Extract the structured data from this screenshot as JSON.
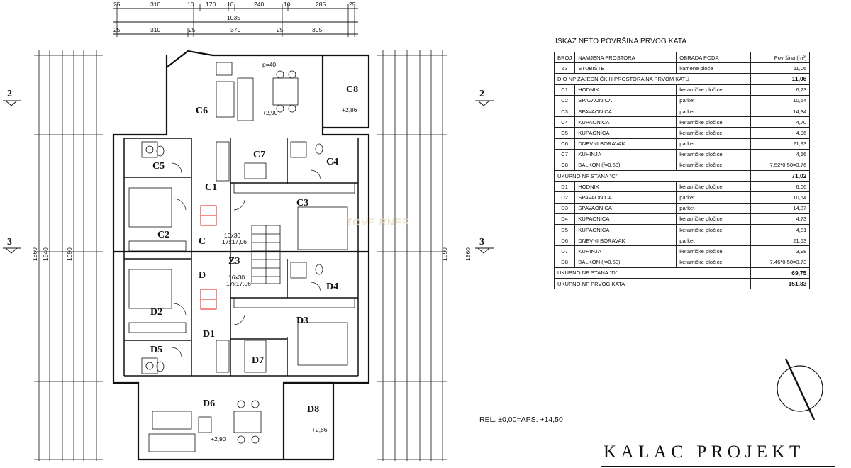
{
  "table": {
    "title": "ISKAZ NETO POVRŠINA PRVOG KATA",
    "headers": {
      "code": "BROJ",
      "name": "NAMJENA PROSTORA",
      "floor": "OBRADA PODA",
      "area": "Površina (m²)"
    },
    "rows": [
      {
        "type": "row",
        "code": "Z3",
        "name": "STUBIŠTE",
        "floor": "kamene ploče",
        "area": "11,06"
      },
      {
        "type": "sub",
        "label": "DIO NP ZAJEDNIČKIH PROSTORA NA PRVOM KATU",
        "area": "11,06"
      },
      {
        "type": "row",
        "code": "C1",
        "name": "HODNIK",
        "floor": "keramičke pločice",
        "area": "6,23"
      },
      {
        "type": "row",
        "code": "C2",
        "name": "SPAVAONICA",
        "floor": "parket",
        "area": "10,54"
      },
      {
        "type": "row",
        "code": "C3",
        "name": "SPAVAONICA",
        "floor": "parket",
        "area": "14,34"
      },
      {
        "type": "row",
        "code": "C4",
        "name": "KUPAONICA",
        "floor": "keramičke pločice",
        "area": "4,70"
      },
      {
        "type": "row",
        "code": "C5",
        "name": "KUPAONICA",
        "floor": "keramičke pločice",
        "area": "4,96"
      },
      {
        "type": "row",
        "code": "C6",
        "name": "DNEVNI BORAVAK",
        "floor": "parket",
        "area": "21,93"
      },
      {
        "type": "row",
        "code": "C7",
        "name": "KUHINJA",
        "floor": "keramičke pločice",
        "area": "4,56"
      },
      {
        "type": "row",
        "code": "C8",
        "name": "BALKON (f=0,50)",
        "floor": "keramičke pločice",
        "area": "7,52*0,50=3,76"
      },
      {
        "type": "sub",
        "label": "UKUPNO NP STANA \"C\"",
        "area": "71,02"
      },
      {
        "type": "row",
        "code": "D1",
        "name": "HODNIK",
        "floor": "keramičke pločice",
        "area": "6,06"
      },
      {
        "type": "row",
        "code": "D2",
        "name": "SPAVAONICA",
        "floor": "parket",
        "area": "10,54"
      },
      {
        "type": "row",
        "code": "D3",
        "name": "SPAVAONICA",
        "floor": "parket",
        "area": "14,37"
      },
      {
        "type": "row",
        "code": "D4",
        "name": "KUPAONICA",
        "floor": "keramičke pločice",
        "area": "4,73"
      },
      {
        "type": "row",
        "code": "D5",
        "name": "KUPAONICA",
        "floor": "keramičke pločice",
        "area": "4,81"
      },
      {
        "type": "row",
        "code": "D6",
        "name": "DNEVNI BORAVAK",
        "floor": "parket",
        "area": "21,53"
      },
      {
        "type": "row",
        "code": "D7",
        "name": "KUHINJA",
        "floor": "keramičke pločice",
        "area": "3,98"
      },
      {
        "type": "row",
        "code": "D8",
        "name": "BALKON (f=0,50)",
        "floor": "keramičke pločice",
        "area": "7,46*0,50=3,73"
      },
      {
        "type": "sub",
        "label": "UKUPNO NP STANA \"D\"",
        "area": "69,75"
      },
      {
        "type": "sub",
        "label": "UKUPNO NP PRVOG KATA",
        "area": "151,83"
      }
    ]
  },
  "reference_level": "REL. ±0,00=APS. +14,50",
  "brand": "KALAC PROJEKT",
  "watermark": "TOVE RNER",
  "plan": {
    "rooms": [
      "C1",
      "C2",
      "C3",
      "C4",
      "C5",
      "C6",
      "C7",
      "C8",
      "D1",
      "D2",
      "D3",
      "D4",
      "D5",
      "D6",
      "D7",
      "D8",
      "Z3"
    ],
    "sections": [
      "2",
      "3"
    ],
    "stair_labels": [
      "C",
      "D"
    ],
    "top_dims_row1": [
      "25",
      "310",
      "10",
      "170",
      "10",
      "240",
      "10",
      "285",
      "25"
    ],
    "top_total": "1035",
    "top_dims_row2": [
      "25",
      "310",
      "25",
      "370",
      "25",
      "305"
    ],
    "left_total_outer": "1860",
    "left_total_inner": "1840",
    "left_mid_total": "1090",
    "right_total_outer": "1860",
    "right_mid_total": "1090",
    "heights": [
      "p=40",
      "+2,90",
      "+2,86",
      "+2,90",
      "+2,86"
    ],
    "stair_specs": [
      "16x30",
      "17x17,06",
      "16x30",
      "17x17,06"
    ]
  }
}
